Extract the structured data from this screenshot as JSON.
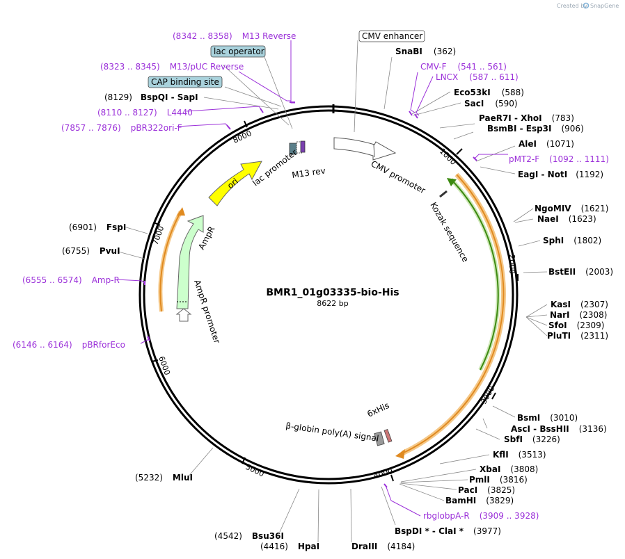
{
  "header": {
    "credit": "Created by",
    "brand": "SnapGene"
  },
  "plasmid": {
    "name": "BMR1_01g03335-bio-His",
    "length": "8622 bp",
    "length_bp": 8622
  },
  "ticks": [
    {
      "bp": 1000,
      "label": "1000"
    },
    {
      "bp": 2000,
      "label": "2000"
    },
    {
      "bp": 3000,
      "label": "3000"
    },
    {
      "bp": 4000,
      "label": "4000"
    },
    {
      "bp": 5000,
      "label": "5000"
    },
    {
      "bp": 6000,
      "label": "6000"
    },
    {
      "bp": 7000,
      "label": "7000"
    },
    {
      "bp": 8000,
      "label": "8000"
    }
  ],
  "enzymes": [
    {
      "name": "SnaBI",
      "pos": "(362)"
    },
    {
      "name": "Eco53kI",
      "pos": "(588)"
    },
    {
      "name": "SacI",
      "pos": "(590)"
    },
    {
      "name": "PaeR7I - XhoI",
      "pos": "(783)"
    },
    {
      "name": "BsmBI - Esp3I",
      "pos": "(906)"
    },
    {
      "name": "AleI",
      "pos": "(1071)"
    },
    {
      "name": "EagI - NotI",
      "pos": "(1192)"
    },
    {
      "name": "NgoMIV",
      "pos": "(1621)"
    },
    {
      "name": "NaeI",
      "pos": "(1623)"
    },
    {
      "name": "SphI",
      "pos": "(1802)"
    },
    {
      "name": "BstEII",
      "pos": "(2003)"
    },
    {
      "name": "KasI",
      "pos": "(2307)"
    },
    {
      "name": "NarI",
      "pos": "(2308)"
    },
    {
      "name": "SfoI",
      "pos": "(2309)"
    },
    {
      "name": "PluTI",
      "pos": "(2311)"
    },
    {
      "name": "BsmI",
      "pos": "(3010)"
    },
    {
      "name": "AscI - BssHII",
      "pos": "(3136)"
    },
    {
      "name": "SbfI",
      "pos": "(3226)"
    },
    {
      "name": "KflI",
      "pos": "(3513)"
    },
    {
      "name": "XbaI",
      "pos": "(3808)"
    },
    {
      "name": "PmlI",
      "pos": "(3816)"
    },
    {
      "name": "PacI",
      "pos": "(3825)"
    },
    {
      "name": "BamHI",
      "pos": "(3829)"
    },
    {
      "name": "BspDI * - ClaI *",
      "pos": "(3977)"
    },
    {
      "name": "DraIII",
      "pos": "(4184)"
    },
    {
      "name": "HpaI",
      "pos": "(4416)"
    },
    {
      "name": "Bsu36I",
      "pos": "(4542)"
    },
    {
      "name": "MluI",
      "pos": "(5232)"
    },
    {
      "name": "PvuI",
      "pos": "(6755)"
    },
    {
      "name": "FspI",
      "pos": "(6901)"
    },
    {
      "name": "BspQI - SapI",
      "pos": "(8129)"
    }
  ],
  "primers": [
    {
      "name": "M13 Reverse",
      "range": "(8342 .. 8358)"
    },
    {
      "name": "M13/pUC Reverse",
      "range": "(8323 .. 8345)"
    },
    {
      "name": "L4440",
      "range": "(8110 .. 8127)"
    },
    {
      "name": "pBR322ori-F",
      "range": "(7857 .. 7876)"
    },
    {
      "name": "CMV-F",
      "range": "(541 .. 561)"
    },
    {
      "name": "LNCX",
      "range": "(587 .. 611)"
    },
    {
      "name": "pMT2-F",
      "range": "(1092 .. 1111)"
    },
    {
      "name": "Amp-R",
      "range": "(6555 .. 6574)"
    },
    {
      "name": "pBRforEco",
      "range": "(6146 .. 6164)"
    },
    {
      "name": "rbglobpA-R",
      "range": "(3909 .. 3928)"
    }
  ],
  "boxed_features": [
    {
      "name": "CMV enhancer",
      "fill": "#ffffff"
    },
    {
      "name": "lac operator",
      "fill": "#a9d2dc"
    },
    {
      "name": "CAP binding site",
      "fill": "#a9d2dc"
    }
  ],
  "features": [
    {
      "name": "CMV promoter",
      "color": "#ffffff"
    },
    {
      "name": "Kozak sequence",
      "color": "#ffffff"
    },
    {
      "name": "lac promoter",
      "color": "#ffffff"
    },
    {
      "name": "M13 rev",
      "color": "#7a3fb0"
    },
    {
      "name": "ori",
      "color": "#ffff00"
    },
    {
      "name": "AmpR",
      "color": "#ccffcc"
    },
    {
      "name": "AmpR promoter",
      "color": "#ffffff"
    },
    {
      "name": "6xHis",
      "color": "#cc7777"
    },
    {
      "name": "β-globin poly(A) signal",
      "color": "#999999"
    }
  ],
  "colors": {
    "backbone": "#000000",
    "primer": "#9b30d9",
    "orf_orange": "#f0a030",
    "orf_green": "#559922"
  }
}
